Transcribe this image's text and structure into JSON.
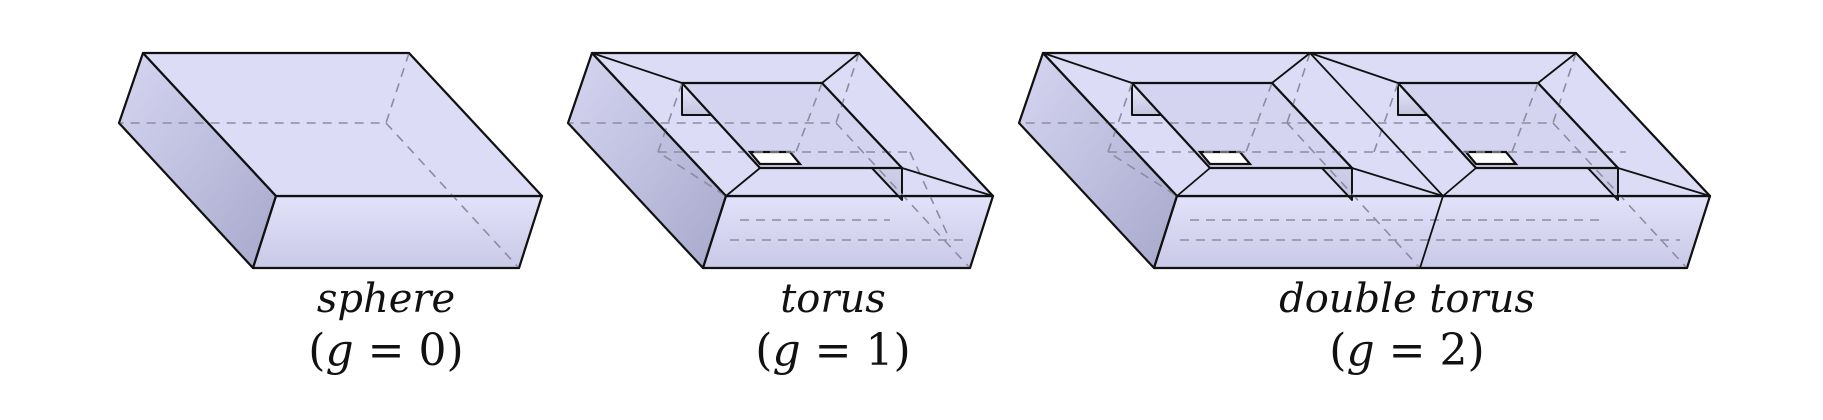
{
  "figures": [
    {
      "name": "sphere",
      "genus_value": "0"
    },
    {
      "name": "torus",
      "genus_value": "1"
    },
    {
      "name": "double torus",
      "genus_value": "2"
    }
  ],
  "genus_symbol": "g",
  "equals": "=",
  "colors": {
    "face_light": "#dedef8",
    "face_mid": "#c8c8e6",
    "face_dark": "#a9a9cc",
    "edge": "#111111",
    "hidden_edge": "#8c8ca0"
  }
}
